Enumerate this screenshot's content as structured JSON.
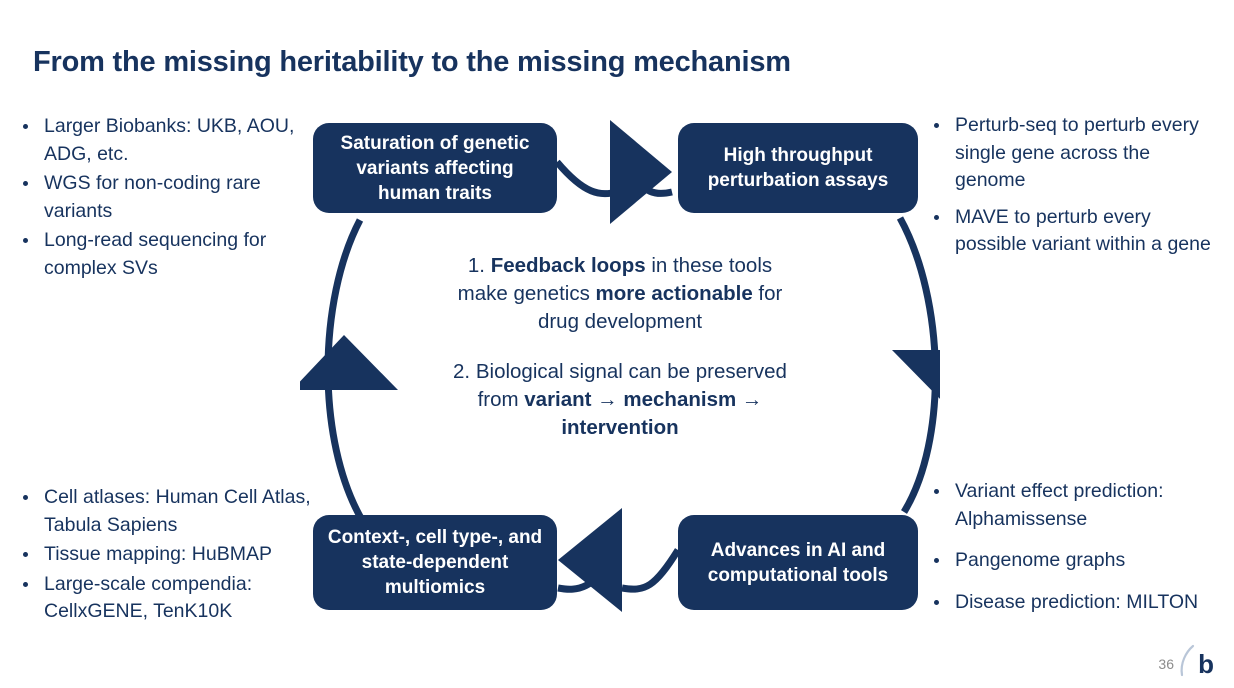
{
  "slide": {
    "title": "From the missing heritability to the missing mechanism",
    "page_number": "36",
    "logo_letter": "b",
    "accent_navy": "#17335e",
    "page_number_color": "#8c8c8c",
    "background": "#ffffff"
  },
  "lists": {
    "top_left": [
      "Larger Biobanks: UKB, AOU, ADG, etc.",
      "WGS for non-coding rare variants",
      "Long-read sequencing for complex SVs"
    ],
    "bottom_left": [
      "Cell atlases: Human Cell Atlas, Tabula Sapiens",
      "Tissue mapping: HuBMAP",
      "Large-scale compendia: CellxGENE, TenK10K"
    ],
    "top_right": [
      "Perturb-seq to perturb every single gene across the genome",
      "MAVE to perturb every possible variant within a gene"
    ],
    "bottom_right": [
      "Variant effect prediction: Alphamissense",
      "Pangenome graphs",
      "Disease prediction: MILTON"
    ]
  },
  "cycle": {
    "nodes": [
      {
        "id": "saturation",
        "label": "Saturation of genetic variants affecting human traits",
        "position": "top-left"
      },
      {
        "id": "high-throughput",
        "label": "High throughput perturbation assays",
        "position": "top-right"
      },
      {
        "id": "advances-ai",
        "label": "Advances in AI and computational tools",
        "position": "bottom-right"
      },
      {
        "id": "multiomics",
        "label": "Context-, cell type-, and state-dependent multiomics",
        "position": "bottom-left"
      }
    ],
    "flow_direction": "clockwise",
    "connector_arrows": [
      "right",
      "down",
      "left",
      "up"
    ]
  },
  "center": {
    "item1": {
      "number": "1.",
      "bold1": "Feedback loops",
      "text1": " in these tools make genetics ",
      "bold2": "more actionable",
      "text2": " for drug development"
    },
    "item2": {
      "number": "2.",
      "text1": " Biological signal can be preserved from ",
      "bold1": "variant → mechanism → intervention"
    }
  }
}
